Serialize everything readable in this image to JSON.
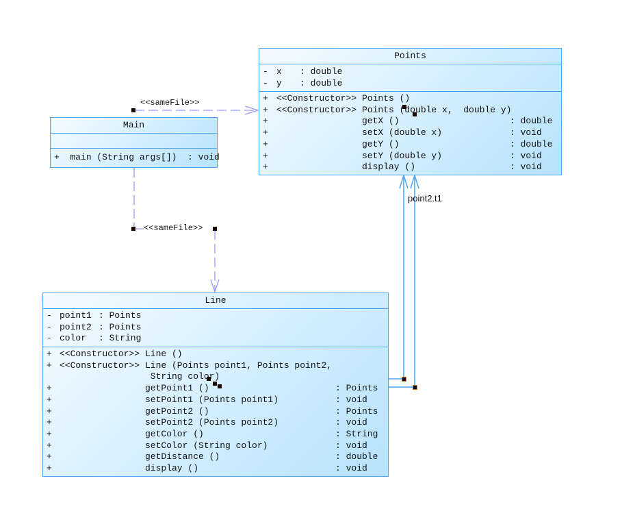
{
  "classes": {
    "points": {
      "name": "Points",
      "attributes": [
        {
          "vis": "-",
          "name": "x",
          "type": ": double"
        },
        {
          "vis": "-",
          "name": "y",
          "type": ": double"
        }
      ],
      "methods": [
        {
          "vis": "+",
          "stereo": "<<Constructor>>",
          "name": "Points ()",
          "ret": ""
        },
        {
          "vis": "+",
          "stereo": "<<Constructor>>",
          "name": "Points (double x,  double y)",
          "ret": ""
        },
        {
          "vis": "+",
          "stereo": "",
          "name": "getX ()",
          "ret": ": double"
        },
        {
          "vis": "+",
          "stereo": "",
          "name": "setX (double x)",
          "ret": ": void"
        },
        {
          "vis": "+",
          "stereo": "",
          "name": "getY ()",
          "ret": ": double"
        },
        {
          "vis": "+",
          "stereo": "",
          "name": "setY (double y)",
          "ret": ": void"
        },
        {
          "vis": "+",
          "stereo": "",
          "name": "display ()",
          "ret": ": void"
        }
      ]
    },
    "main": {
      "name": "Main",
      "methods": [
        {
          "vis": "+",
          "name": "main (String args[])  : void"
        }
      ]
    },
    "line": {
      "name": "Line",
      "attributes": [
        {
          "vis": "-",
          "name": "point1",
          "type": ": Points"
        },
        {
          "vis": "-",
          "name": "point2",
          "type": ": Points"
        },
        {
          "vis": "-",
          "name": "color",
          "type": ": String"
        }
      ],
      "methods": [
        {
          "vis": "+",
          "stereo": "<<Constructor>>",
          "name": "Line ()",
          "ret": ""
        },
        {
          "vis": "+",
          "stereo": "<<Constructor>>",
          "name": "Line (Points point1, Points point2,",
          "ret": ""
        },
        {
          "vis": "",
          "stereo": "",
          "name": " String color)",
          "ret": ""
        },
        {
          "vis": "+",
          "stereo": "",
          "name": "getPoint1 ()",
          "ret": ": Points"
        },
        {
          "vis": "+",
          "stereo": "",
          "name": "setPoint1 (Points point1)",
          "ret": ": void"
        },
        {
          "vis": "+",
          "stereo": "",
          "name": "getPoint2 ()",
          "ret": ": Points"
        },
        {
          "vis": "+",
          "stereo": "",
          "name": "setPoint2 (Points point2)",
          "ret": ": void"
        },
        {
          "vis": "+",
          "stereo": "",
          "name": "getColor ()",
          "ret": ": String"
        },
        {
          "vis": "+",
          "stereo": "",
          "name": "setColor (String color)",
          "ret": ": void"
        },
        {
          "vis": "+",
          "stereo": "",
          "name": "getDistance ()",
          "ret": ": double"
        },
        {
          "vis": "+",
          "stereo": "",
          "name": "display ()",
          "ret": ": void"
        }
      ]
    }
  },
  "edges": {
    "main_points_label": "<<sameFile>>",
    "main_line_label": "<<sameFile>>",
    "line_points_label": "point2.t1"
  },
  "colors": {
    "border": "#4da3f0",
    "dependency": "#9a9af5",
    "association": "#4da3f0"
  }
}
